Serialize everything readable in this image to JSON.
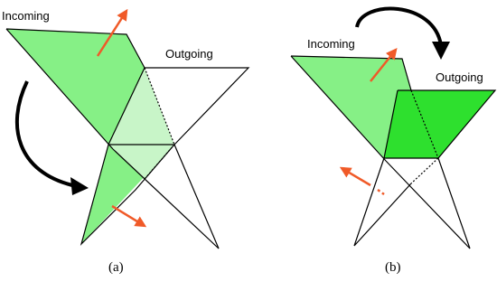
{
  "panels": [
    {
      "incoming_label": "Incoming",
      "outgoing_label": "Outgoing",
      "caption": "(a)"
    },
    {
      "incoming_label": "Incoming",
      "outgoing_label": "Outgoing",
      "caption": "(b)"
    }
  ],
  "colors": {
    "incoming_fill": "#86f086",
    "incoming_fill_light": "#c8f5c8",
    "outgoing_fill": "#2ee02e",
    "arrow_red": "#f05a28",
    "arrow_black": "#000000"
  }
}
